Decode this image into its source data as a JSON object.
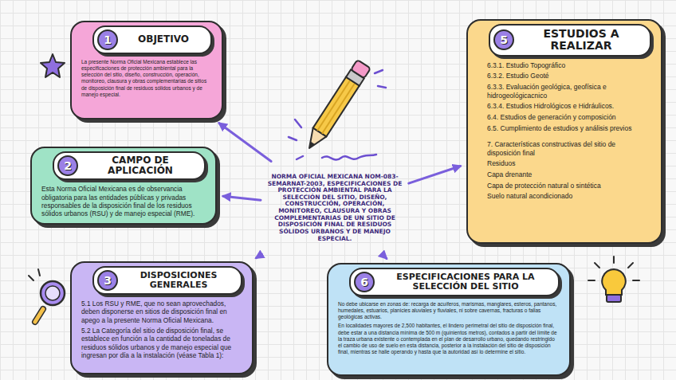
{
  "diagram": {
    "nodes": [
      {
        "text": [
          "NORMA OFICIAL MEXICANA NOM-083-SEMARNAT-2003, ESPECIFICACIONES DE PROTECCIÓN AMBIENTAL PARA LA SELECCIÓN DEL SITIO, DISEÑO, CONSTRUCCIÓN, OPERACIÓN, MONITOREO, CLAUSURA Y OBRAS COMPLEMENTARIAS DE UN SITIO DE DISPOSICIÓN FINAL DE RESIDUOS SÓLIDOS URBANOS Y DE MANEJO ESPECIAL."
        ]
      },
      {
        "text": [
          "1",
          "OBJETIVO",
          "La presente Norma Oficial Mexicana establece las especificaciones de protección ambiental para la selección del sitio, diseño, construcción, operación, monitoreo, clausura y obras complementarias de sitios de disposición final de residuos sólidos urbanos y de manejo especial."
        ]
      },
      {
        "text": [
          "5",
          "ESTUDIOS A REALIZAR",
          "6.3.1. Estudio Topográfico",
          "6.3.2. Estudio Geoté",
          "6.3.3. Evaluación geológica, geofísica e hidrogeológicacnico",
          "6.3.4. Estudios Hidrológicos e Hidráulicos.",
          "6.4. Estudios de generación y composición",
          "6.5. Cumplimiento de estudios y análisis previos",
          "7. Características constructivas del sitio de disposición final",
          "Residuos",
          "Capa drenante",
          "Capa de protección natural o sintética",
          "Suelo natural acondicionado"
        ]
      },
      {
        "text": [
          "2",
          "CAMPO DE APLICACIÓN",
          "Esta Norma Oficial Mexicana es de observancia obligatoria para las entidades públicas y privadas responsables de la disposición final de los residuos sólidos urbanos (RSU) y de manejo especial (RME)."
        ]
      },
      {
        "text": [
          "3",
          "DISPOSICIONES GENERALES",
          "5.1 Los RSU y RME, que no sean aprovechados, deben disponerse en sitios de disposición final en apego a la presente Norma Oficial Mexicana.",
          "5.2 La Categoría del sitio de disposición final, se establece en función a la cantidad de toneladas de residuos sólidos urbanos y de manejo especial que ingresan por día a la instalación (véase Tabla 1):"
        ]
      },
      {
        "text": [
          "6",
          "ESPECIFICACIONES PARA LA SELECCIÓN DEL SITIO",
          "No debe ubicarse en zonas de: recarga de acuíferos, marismas, manglares, esteros, pantanos, humedales, estuarios, planicies aluviales y fluviales, ni sobre cavernas, fracturas o fallas geológicas activas.",
          "En localidades mayores de 2,500 habitantes, el lindero perimetral del sitio de disposición final, debe estar a una distancia mínima de 500 m (quinientos metros), contados a partir del límite de la traza urbana existente o contemplada en el plan de desarrollo urbano, quedando restringido el cambio de uso de suelo en esta distancia, posterior a la instalación del sitio de disposición final, mientras se halle operando y hasta que la autoridad así lo determine el sitio."
        ]
      }
    ],
    "edges": [
      {
        "from": 0,
        "to": 1,
        "arrow": "to"
      },
      {
        "from": 0,
        "to": 2,
        "arrow": "to"
      },
      {
        "from": 0,
        "to": 3,
        "arrow": "to"
      },
      {
        "from": 0,
        "to": 4,
        "arrow": "to"
      },
      {
        "from": 0,
        "to": 5,
        "arrow": "to"
      }
    ]
  }
}
